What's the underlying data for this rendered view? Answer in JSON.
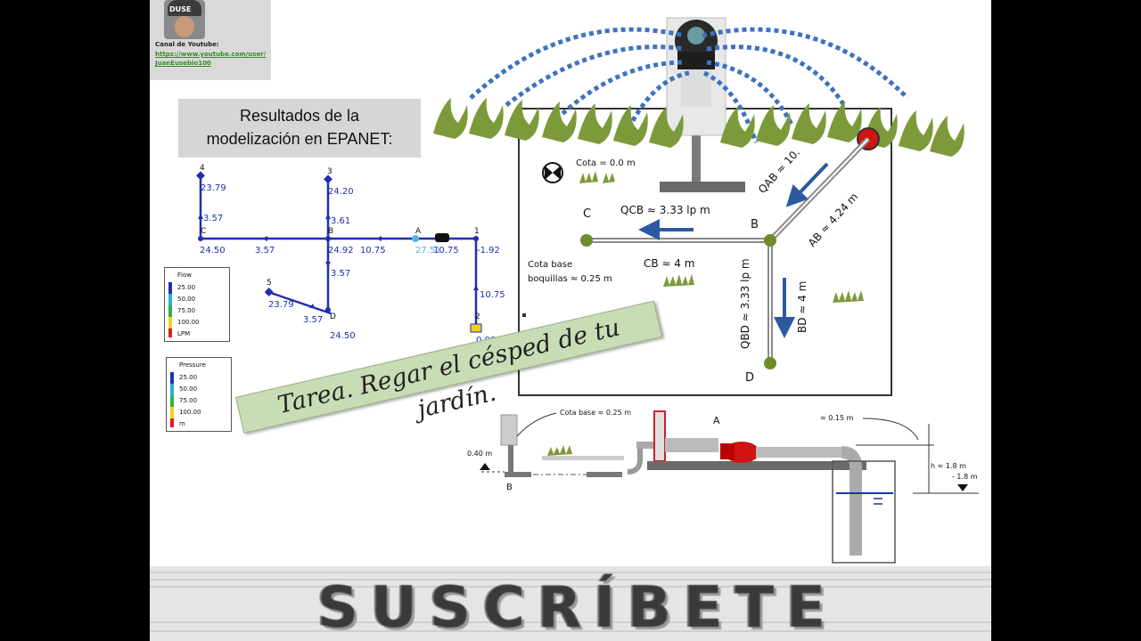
{
  "channel": {
    "avatar_text": "DUSE",
    "label": "Canal de Youtube:",
    "url": "https://www.youtube.com/user/JuanEusebio100"
  },
  "epanet": {
    "title_line1": "Resultados de la",
    "title_line2": "modelización en EPANET:",
    "node_ids": [
      "4",
      "3",
      "A",
      "1",
      "5",
      "2"
    ],
    "node_letters": [
      "C",
      "B",
      "D"
    ],
    "pressures": [
      "23.79",
      "24.20",
      "24.50",
      "24.92",
      "27.51",
      "-1.92",
      "23.79",
      "24.50",
      "0.00"
    ],
    "flows": [
      "3.57",
      "3.61",
      "3.57",
      "10.75",
      "10.75",
      "3.57",
      "10.75",
      "3.57"
    ],
    "flow_legend": {
      "title": "Flow",
      "items": [
        "25.00",
        "50.00",
        "75.00",
        "100.00"
      ],
      "unit": "LPM"
    },
    "pressure_legend": {
      "title": "Pressure",
      "items": [
        "25.00",
        "50.00",
        "75.00",
        "100.00"
      ],
      "unit": "m"
    }
  },
  "plan": {
    "cota": "Cota = 0.0 m",
    "cota_base": "Cota base",
    "boquillas": "boquillas ≈ 0.25 m",
    "qcb": "QCB ≈ 3.33 lp m",
    "qab": "QAB ≈ 10.",
    "ab": "AB ≈ 4.24 m",
    "cb": "CB ≈ 4 m",
    "qbd": "QBD ≈ 3.33 lp m",
    "bd": "BD ≈ 4 m",
    "letters": [
      "C",
      "B",
      "D"
    ]
  },
  "elevation": {
    "cota_base": "Cota base ≈ 0.25 m",
    "pump_label": "A",
    "top": "≈ 0.15 m",
    "h": "h ≈ 1.8 m",
    "level": "- 1.8 m",
    "nozzle_h": "0.40 m",
    "b_label": "B"
  },
  "task": "Tarea. Regar el césped de tu jardín.",
  "subscribe": "SUSCRÍBETE",
  "colors": {
    "network_blue": "#1f2fb0",
    "spray_blue": "#3c72c0",
    "grass": "#6e8c2c",
    "pump_red": "#d01414"
  }
}
